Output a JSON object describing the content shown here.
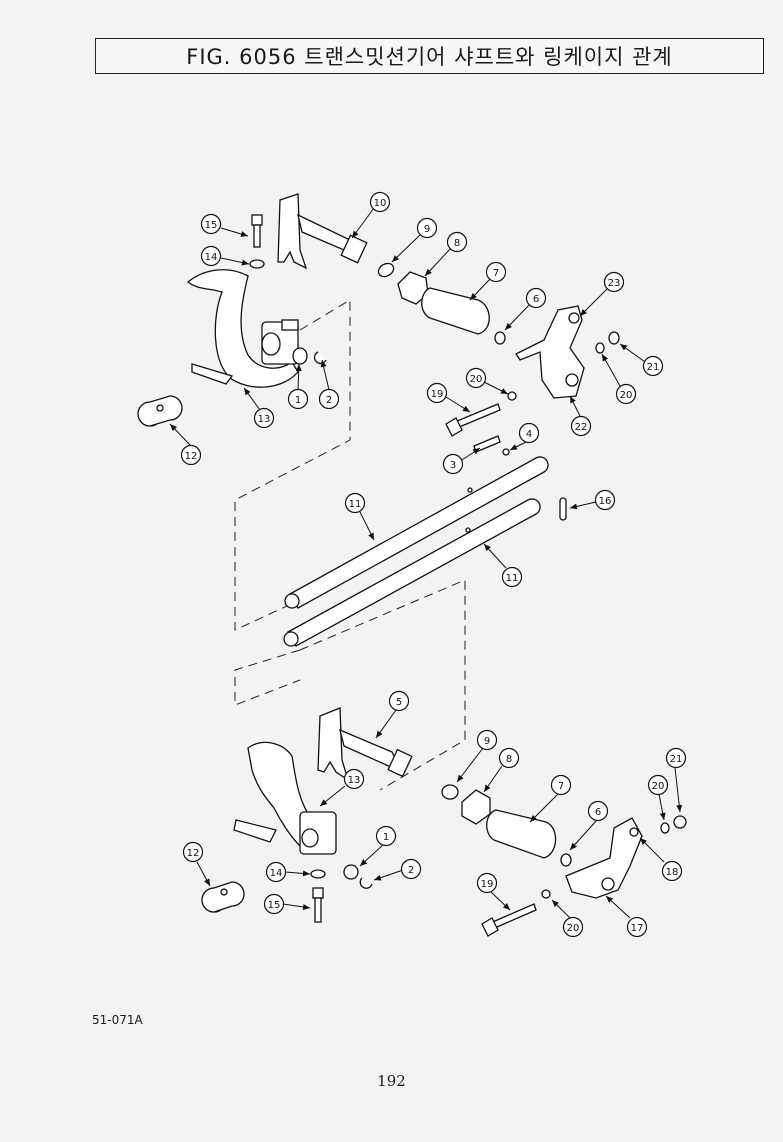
{
  "title": "FIG. 6056 트랜스밋션기어 샤프트와 링케이지 관계",
  "figure_code": "51-071A",
  "page_number": "192",
  "callouts_upper": [
    "15",
    "14",
    "10",
    "9",
    "8",
    "7",
    "6",
    "23",
    "21",
    "20",
    "22",
    "1",
    "2",
    "13",
    "12",
    "20",
    "19",
    "4",
    "3",
    "16",
    "11",
    "11"
  ],
  "callouts_lower": [
    "5",
    "9",
    "8",
    "21",
    "20",
    "7",
    "6",
    "13",
    "1",
    "2",
    "12",
    "14",
    "15",
    "18",
    "19",
    "20",
    "17"
  ]
}
